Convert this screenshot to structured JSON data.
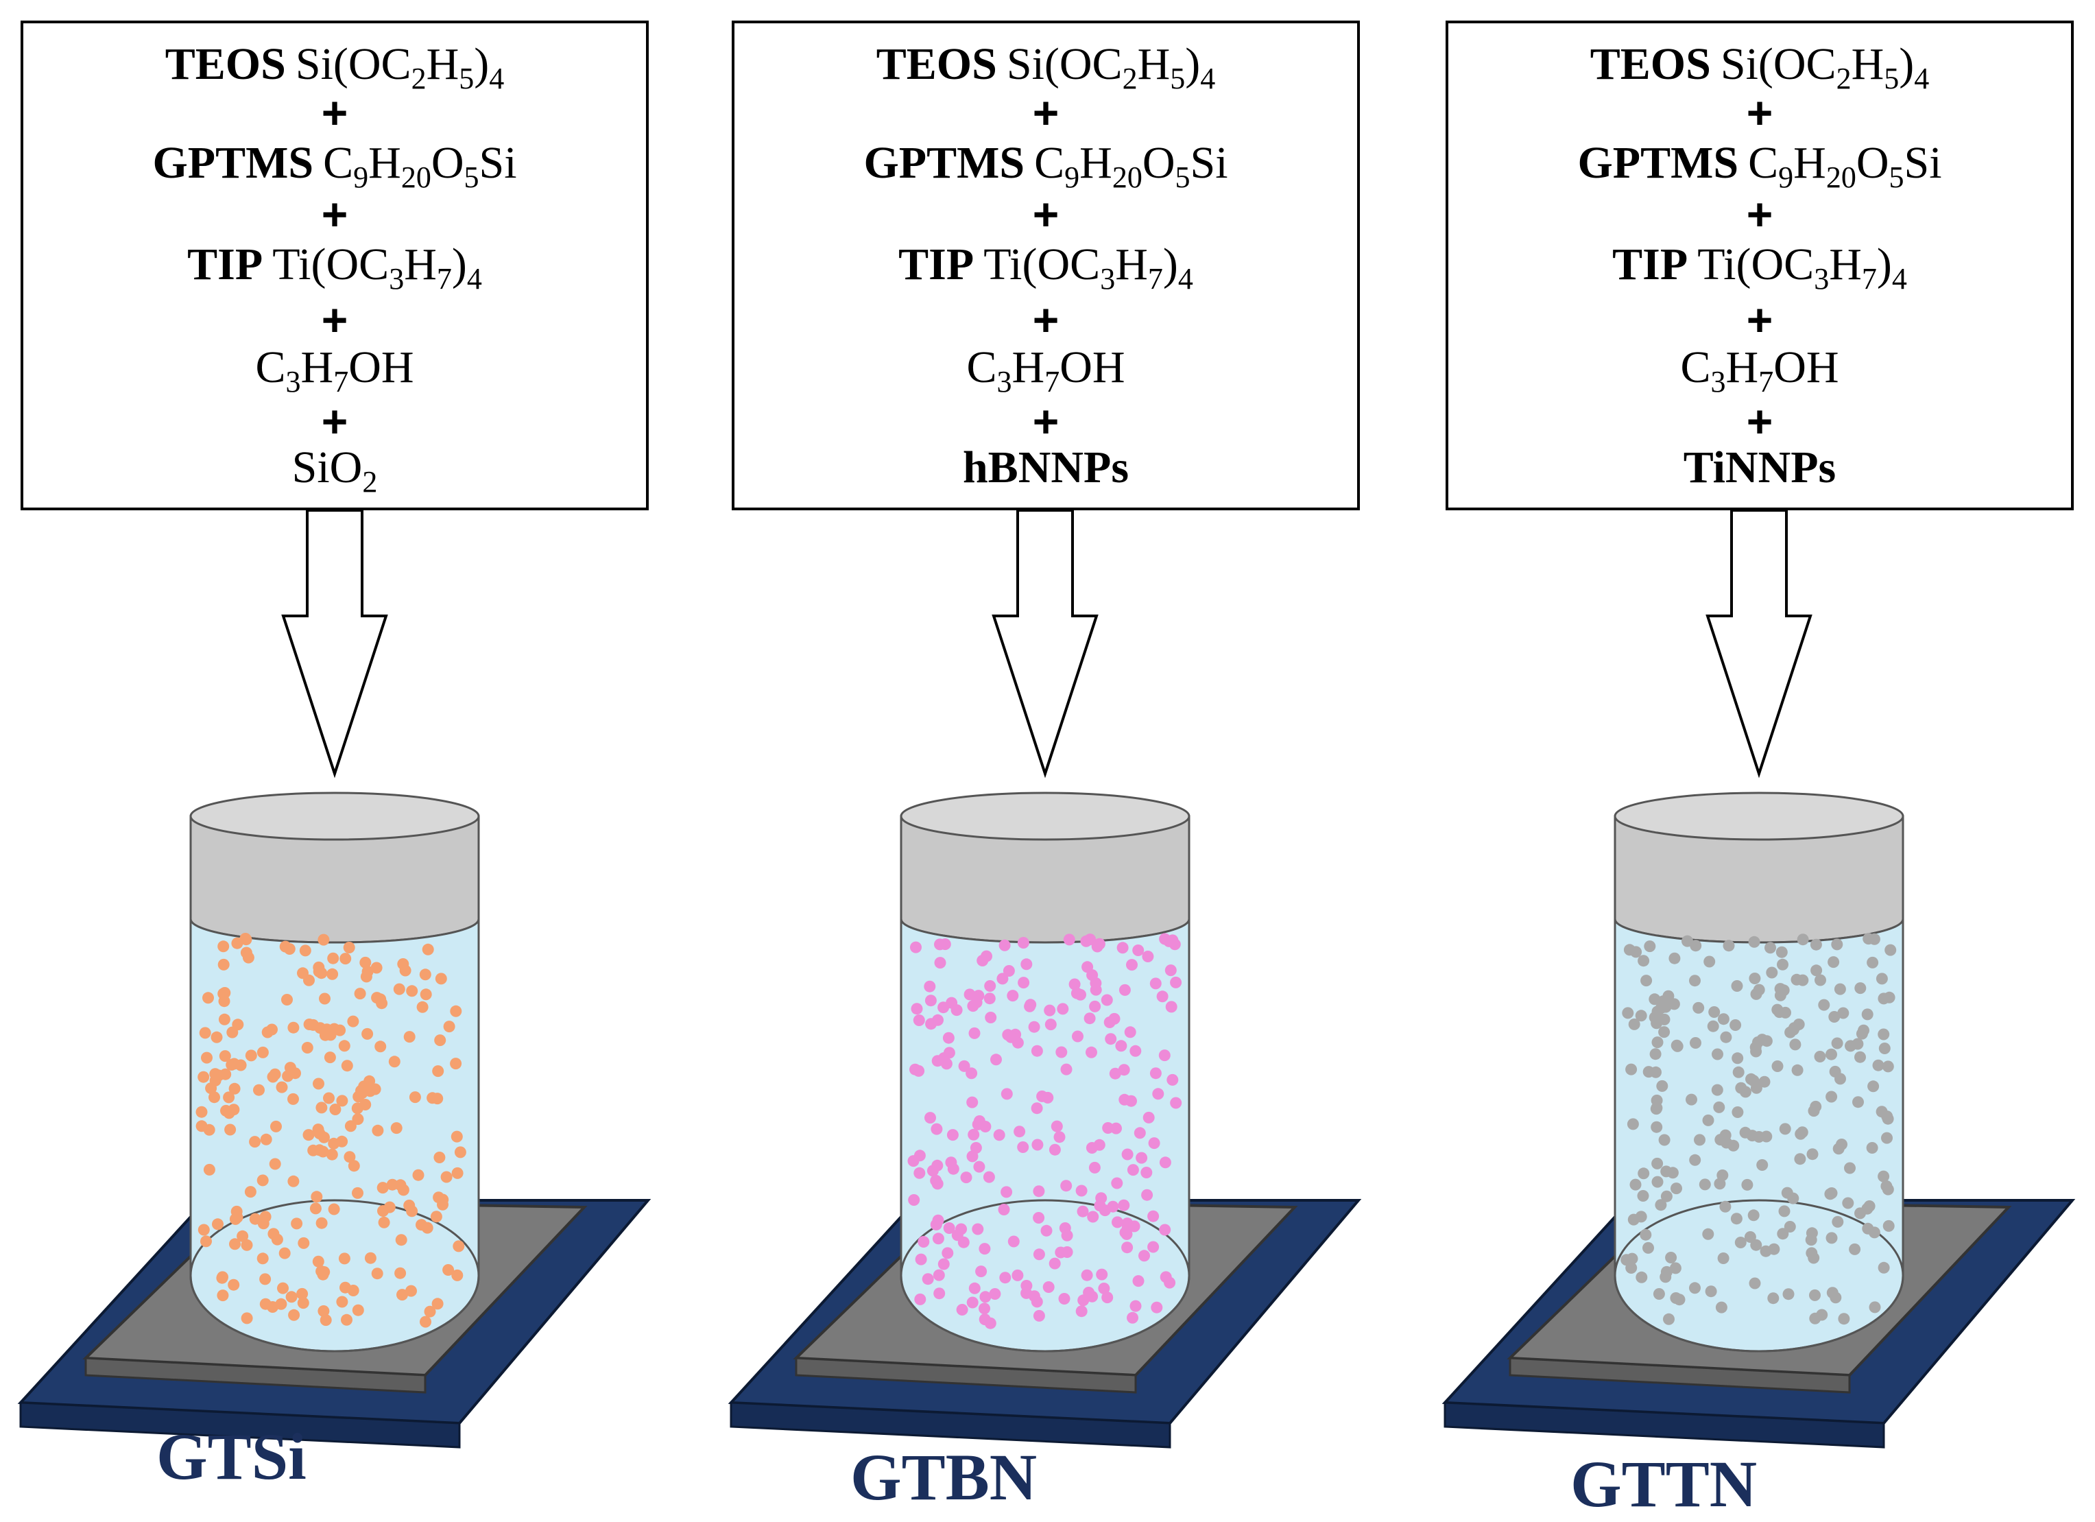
{
  "colors": {
    "box_border": "#000000",
    "liquid": "#cdeaf5",
    "cap": "#c8c8c8",
    "hotplate_base": "#1f3a6b",
    "hotplate_top": "#7a7a7a",
    "label_color": "#1b2f5c"
  },
  "panels": [
    {
      "teos": {
        "name": "TEOS",
        "formula": "Si(OC",
        "s1": "2",
        "mid": "H",
        "s2": "5",
        "end": ")",
        "s3": "4"
      },
      "gptms": {
        "name": "GPTMS",
        "f1": "C",
        "s1": "9",
        "f2": "H",
        "s2": "20",
        "f3": "O",
        "s3": "5",
        "f4": "Si"
      },
      "tip": {
        "name": "TIP",
        "f1": "Ti(OC",
        "s1": "3",
        "f2": "H",
        "s2": "7",
        "f3": ")",
        "s3": "4"
      },
      "alcohol": {
        "f1": "C",
        "s1": "3",
        "f2": "H",
        "s2": "7",
        "f3": "OH"
      },
      "plus": "+",
      "filler": {
        "main": "SiO",
        "sub": "2",
        "bold": false
      },
      "label": "GTSi",
      "particle_color": "#f5a06e"
    },
    {
      "teos": {
        "name": "TEOS",
        "formula": "Si(OC",
        "s1": "2",
        "mid": "H",
        "s2": "5",
        "end": ")",
        "s3": "4"
      },
      "gptms": {
        "name": "GPTMS",
        "f1": "C",
        "s1": "9",
        "f2": "H",
        "s2": "20",
        "f3": "O",
        "s3": "5",
        "f4": "Si"
      },
      "tip": {
        "name": "TIP",
        "f1": "Ti(OC",
        "s1": "3",
        "f2": "H",
        "s2": "7",
        "f3": ")",
        "s3": "4"
      },
      "alcohol": {
        "f1": "C",
        "s1": "3",
        "f2": "H",
        "s2": "7",
        "f3": "OH"
      },
      "plus": "+",
      "filler": {
        "main": "hBNNPs",
        "sub": "",
        "bold": true
      },
      "label": "GTBN",
      "particle_color": "#ee8ad8"
    },
    {
      "teos": {
        "name": "TEOS",
        "formula": "Si(OC",
        "s1": "2",
        "mid": "H",
        "s2": "5",
        "end": ")",
        "s3": "4"
      },
      "gptms": {
        "name": "GPTMS",
        "f1": "C",
        "s1": "9",
        "f2": "H",
        "s2": "20",
        "f3": "O",
        "s3": "5",
        "f4": "Si"
      },
      "tip": {
        "name": "TIP",
        "f1": "Ti(OC",
        "s1": "3",
        "f2": "H",
        "s2": "7",
        "f3": ")",
        "s3": "4"
      },
      "alcohol": {
        "f1": "C",
        "s1": "3",
        "f2": "H",
        "s2": "7",
        "f3": "OH"
      },
      "plus": "+",
      "filler": {
        "main": "TiNNPs",
        "sub": "",
        "bold": true
      },
      "label": "GTTN",
      "particle_color": "#a8a8a8"
    }
  ]
}
